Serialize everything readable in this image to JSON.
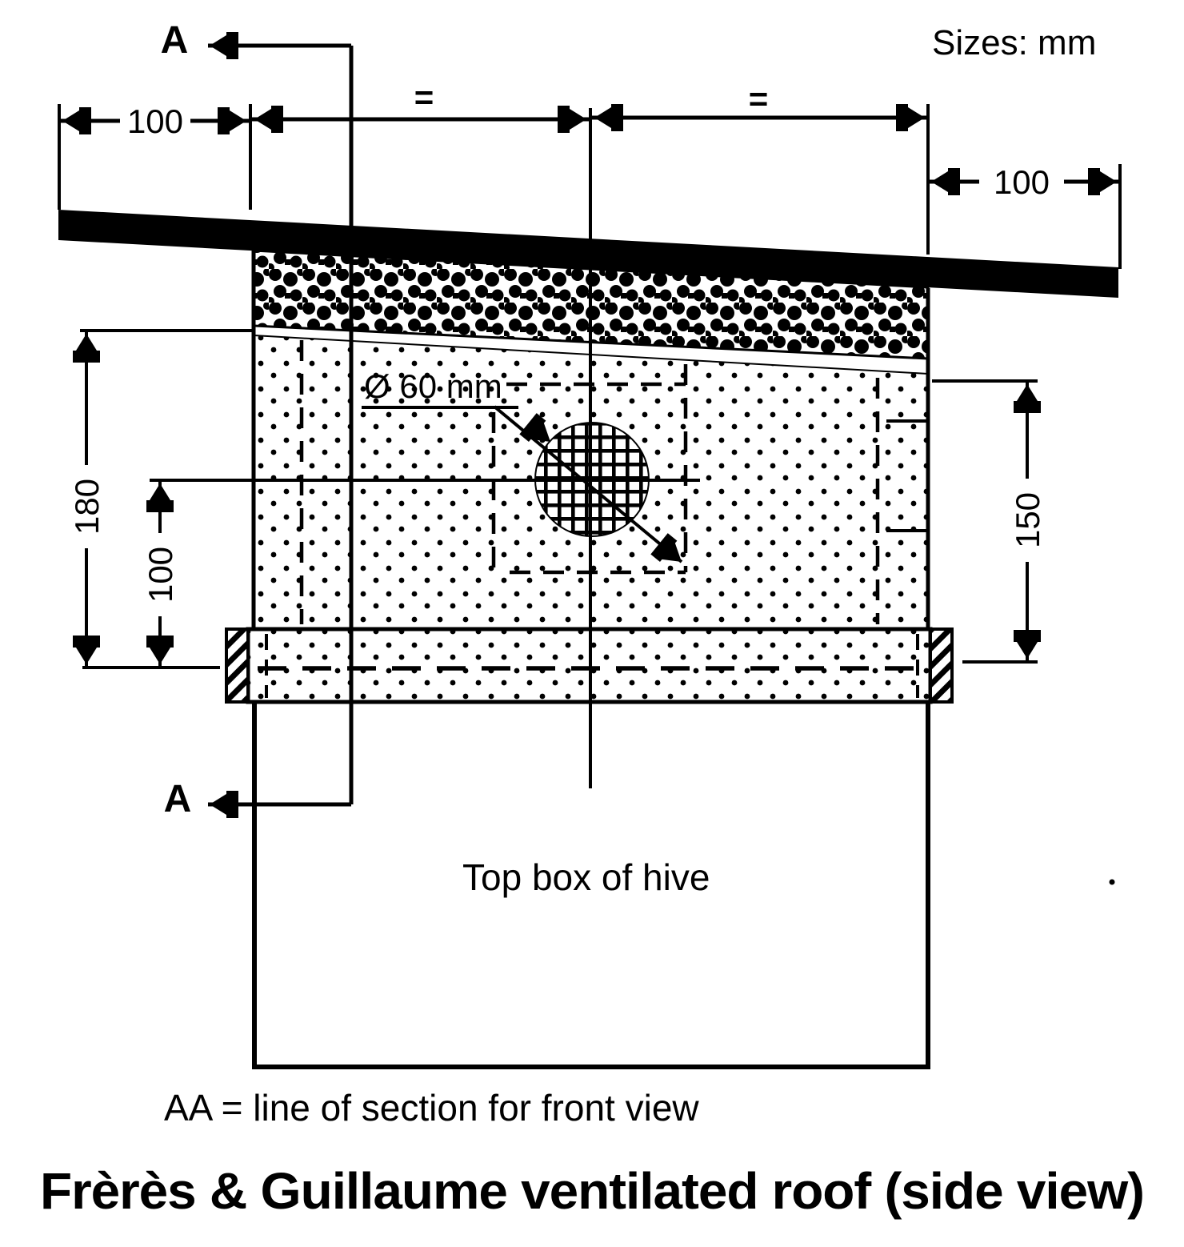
{
  "note": "Sizes: mm",
  "section": {
    "marker_top": "A",
    "marker_bottom": "A",
    "caption": "AA = line of section for front view"
  },
  "dimensions": {
    "overhang_left": "100",
    "span_left": "=",
    "span_right": "=",
    "overhang_right": "100",
    "height_left": "180",
    "hole_center_height": "100",
    "height_right": "150",
    "hole_diameter": "Ø 60 mm"
  },
  "labels": {
    "box": "Top box of hive"
  },
  "title": "Frèrès & Guillaume ventilated roof (side view)",
  "colors": {
    "ink": "#000000",
    "paper": "#ffffff"
  }
}
